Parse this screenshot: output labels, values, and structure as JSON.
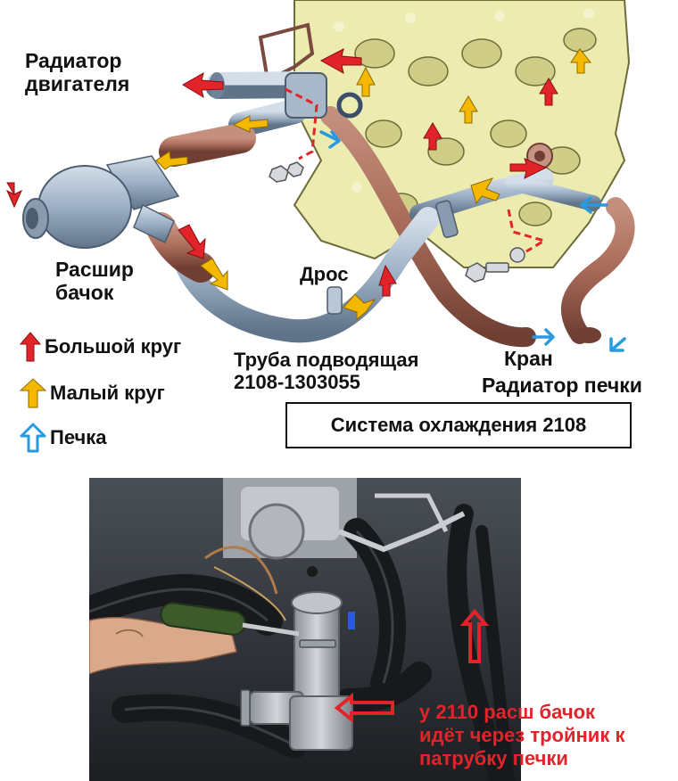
{
  "diagram": {
    "title": "Система охлаждения 2108",
    "labels": {
      "engine_radiator": "Радиатор\nдвигателя",
      "expansion_tank": "Расшир\nбачок",
      "throttle": "Дрос",
      "supply_pipe": "Труба подводящая\n2108-1303055",
      "valve": "Кран",
      "heater_radiator": "Радиатор печки"
    },
    "legend": [
      {
        "label": "Большой круг",
        "color": "#e0242a"
      },
      {
        "label": "Малый круг",
        "color": "#f5b800"
      },
      {
        "label": "Печка",
        "color": "#2a9ae0"
      }
    ]
  },
  "photo": {
    "note": "у 2110 расш бачок\nидёт через тройник к\nпатрубку печки",
    "arrow_color": "#e0242a"
  },
  "colors": {
    "engine_block": "#ecebb0",
    "pipe_metal": "#9db0c6",
    "hose_rubber": "#a86a58",
    "red_arrow": "#e0242a",
    "yellow_arrow": "#f5b800",
    "blue_arrow": "#2a9ae0"
  }
}
